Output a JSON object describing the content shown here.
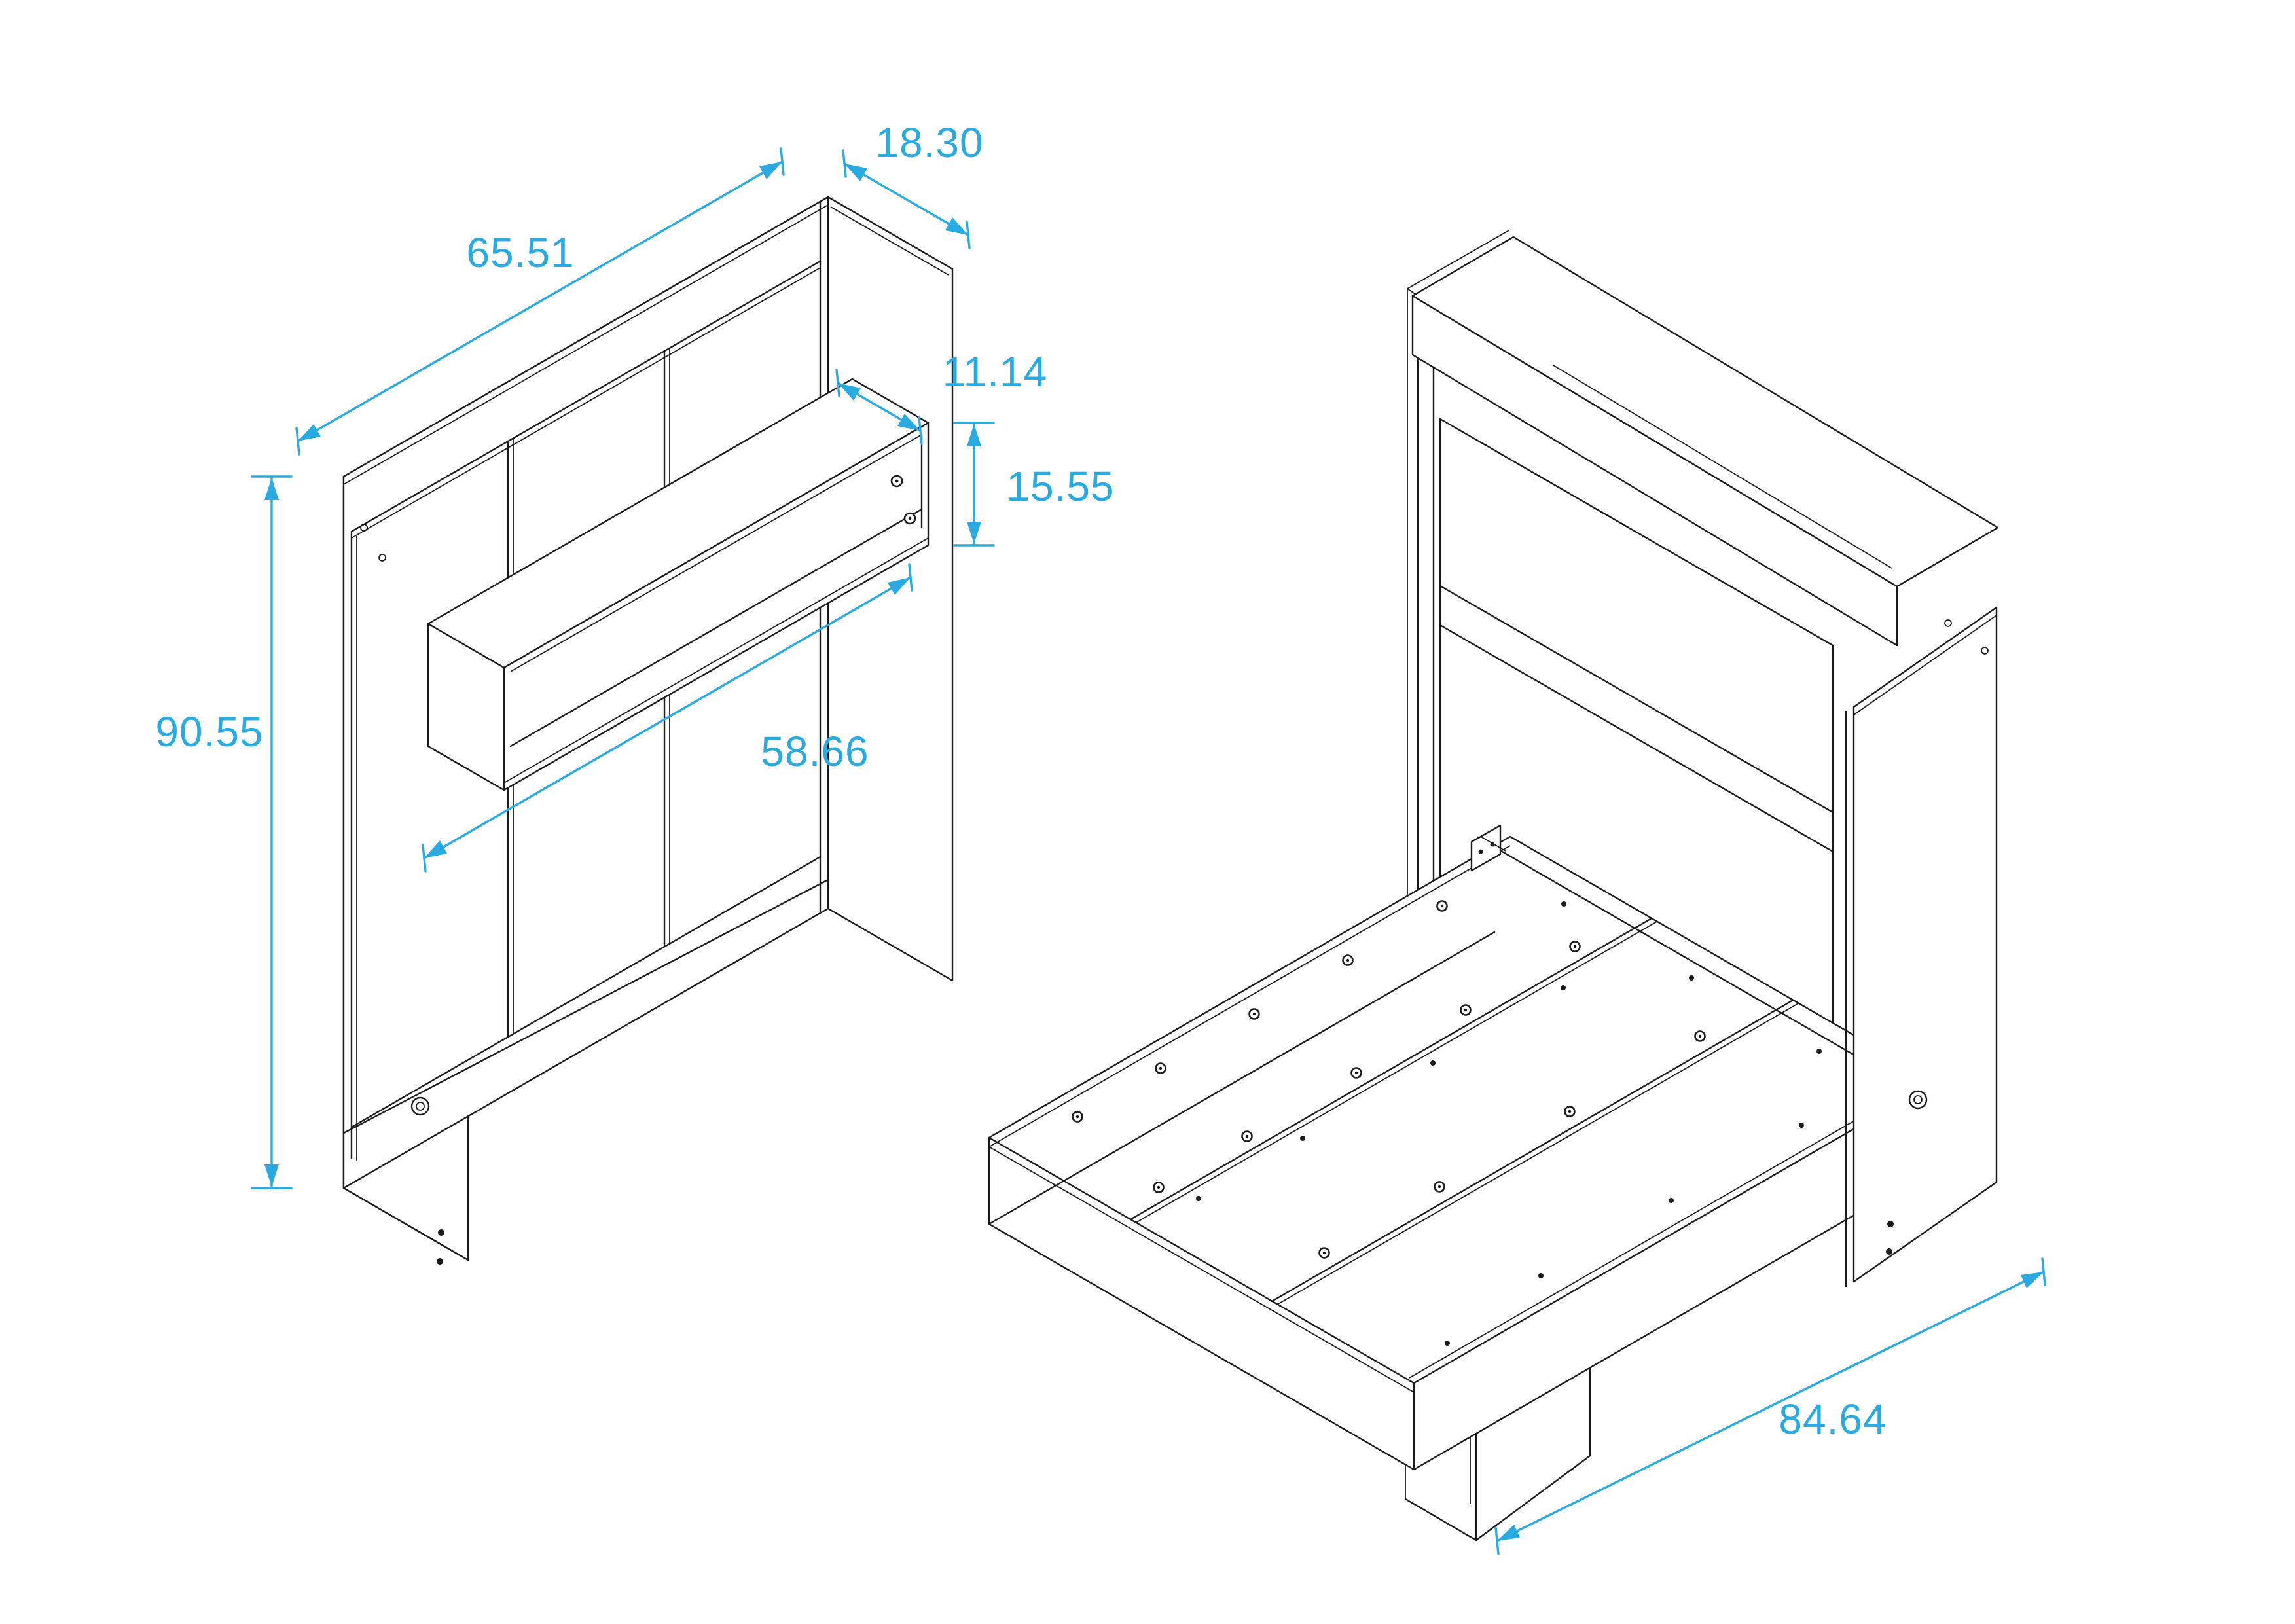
{
  "drawing": {
    "kind": "furniture-technical-drawing",
    "subject": "wall murphy bed with shelf, closed and open isometric views",
    "background_color": "#ffffff",
    "line_color": "#1b1b1b",
    "accent_color": "#29ABE2",
    "views": [
      {
        "id": "closed",
        "label": "murphy-bed-closed-isometric-view",
        "dims": {
          "width": "65.51",
          "depth": "18.30",
          "height": "90.55",
          "shelf_depth": "11.14",
          "shelf_height": "15.55",
          "shelf_length": "58.66"
        }
      },
      {
        "id": "open",
        "label": "murphy-bed-open-isometric-view",
        "dims": {
          "extended_length": "84.64"
        }
      }
    ]
  }
}
